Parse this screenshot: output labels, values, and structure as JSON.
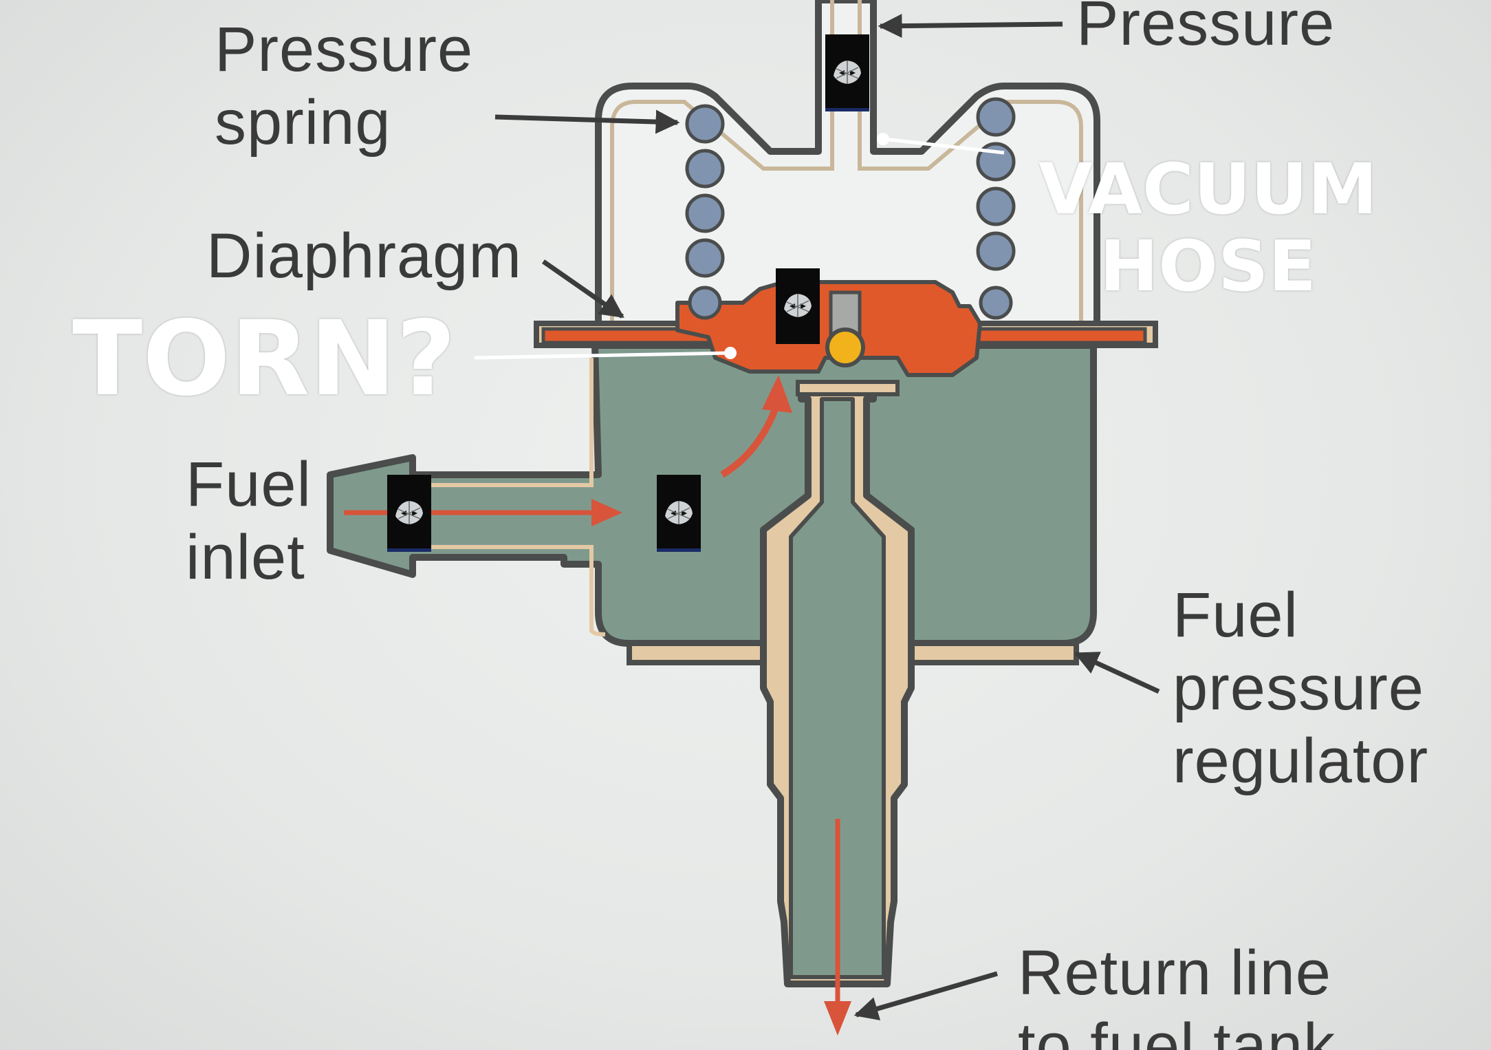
{
  "labels": {
    "pressure_top": "Pressure",
    "pressure_spring": "Pressure\nspring",
    "diaphragm": "Diaphragm",
    "fuel_inlet": "Fuel\ninlet",
    "fuel_pressure_regulator": "Fuel\npressure\nregulator",
    "return_line": "Return line\nto fuel tank"
  },
  "overlays": {
    "torn": "TORN?",
    "vacuum_hose": "VACUUM\nHOSE"
  },
  "colors": {
    "body_fill": "#7f9a8d",
    "outline": "#4a4d4c",
    "diaphragm": "#e0592b",
    "tube": "#e3c9a4",
    "spring_coil": "#8094b0",
    "flow_arrow": "#d8543a",
    "check_ball": "#f2b21b"
  },
  "icons": {
    "thumbnail": "spiderman-thumbnail-icon"
  }
}
